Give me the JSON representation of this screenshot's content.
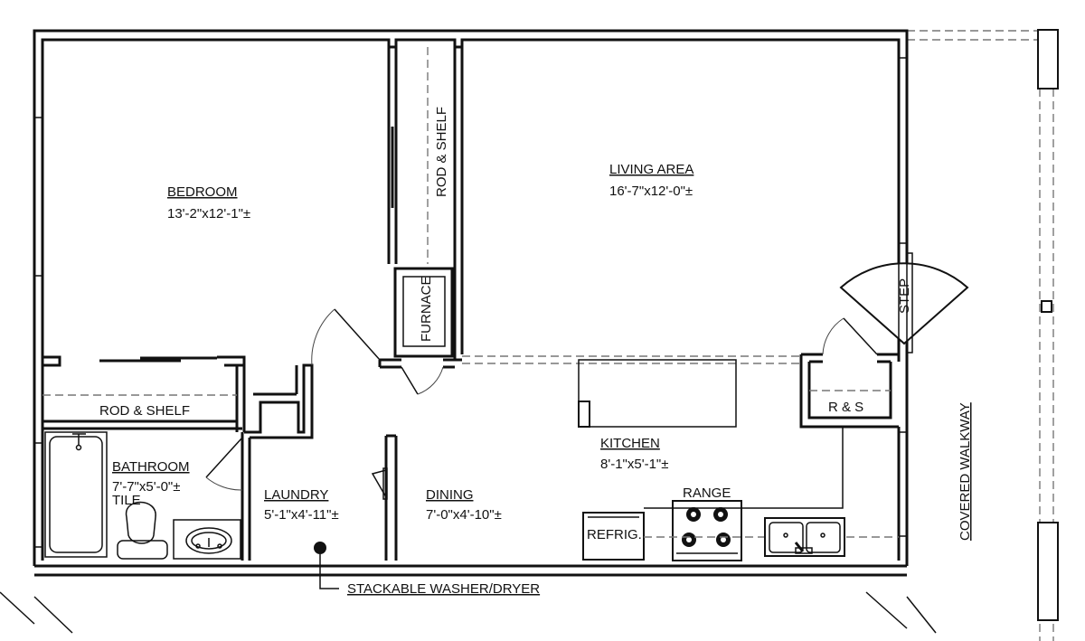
{
  "rooms": {
    "bedroom": {
      "name": "BEDROOM",
      "dims": "13'-2\"x12'-1\"±"
    },
    "living": {
      "name": "LIVING AREA",
      "dims": "16'-7\"x12'-0\"±"
    },
    "kitchen": {
      "name": "KITCHEN",
      "dims": "8'-1\"x5'-1\"±"
    },
    "bathroom": {
      "name": "BATHROOM",
      "dims": "7'-7\"x5'-0\"±",
      "note": "TILE"
    },
    "laundry": {
      "name": "LAUNDRY",
      "dims": "5'-1\"x4'-11\"±"
    },
    "dining": {
      "name": "DINING",
      "dims": "7'-0\"x4'-10\"±"
    }
  },
  "labels": {
    "rod_shelf_bedroom": "ROD & SHELF",
    "rod_shelf_closet": "ROD & SHELF",
    "furnace": "FURNACE",
    "step": "STEP",
    "rs": "R & S",
    "range": "RANGE",
    "refrig": "REFRIG.",
    "washer": "STACKABLE WASHER/DRYER",
    "walkway": "COVERED WALKWAY"
  }
}
